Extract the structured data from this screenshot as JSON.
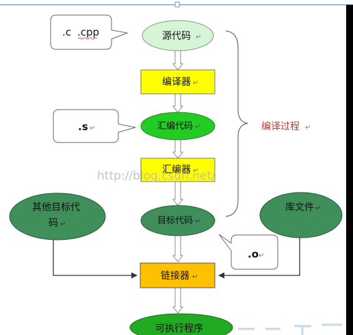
{
  "source_code": "源代码",
  "compiler": "编译器",
  "assembly_code": "汇编代码",
  "assembler": "汇编器",
  "object_code": "目标代码",
  "other_object_code_line1": "其他目标代",
  "other_object_code_line2": "码",
  "library_files": "库文件",
  "linker": "链接器",
  "executable": "可执行程序",
  "compile_process": "编译过程",
  "callout_cpp_c": ".c",
  "callout_cpp_cpp": ".cpp",
  "callout_s": ".s",
  "callout_o": ".o",
  "watermark": "http://blog.csdn.net/",
  "paragraph_mark": "↵",
  "colors": {
    "light_green": "#d6f5d6",
    "bright_green": "#22cc22",
    "dark_green": "#3f8f5a",
    "yellow_box": "#ffff00",
    "orange_box": "#ffc000",
    "compile_text": "#c0392b",
    "arrow_gray": "#9a9a9a",
    "connector": "#333333"
  }
}
